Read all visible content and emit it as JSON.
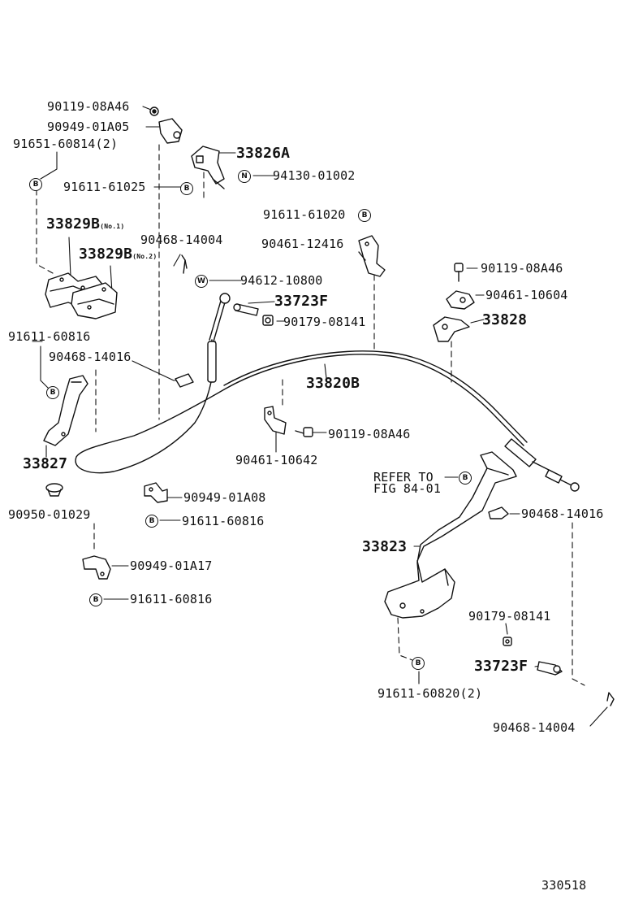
{
  "badges": {
    "bolt_badge_letter": "B",
    "nut_badge_letter": "N",
    "washer_badge_letter": "W"
  },
  "labels": {
    "p_90119_08A46_top": "90119-08A46",
    "p_90949_01A05": "90949-01A05",
    "p_91651_60814": "91651-60814(2)",
    "p_33826A": "33826A",
    "p_94130_01002": "94130-01002",
    "p_91611_61025": "91611-61025",
    "p_91611_61020": "91611-61020",
    "p_33829B_no1": "33829B",
    "p_33829B_no1_sub": "(No.1)",
    "p_90468_14004_top": "90468-14004",
    "p_90461_12416": "90461-12416",
    "p_33829B_no2": "33829B",
    "p_33829B_no2_sub": "(No.2)",
    "p_90119_08A46_right": "90119-08A46",
    "p_94612_10800": "94612-10800",
    "p_90461_10604": "90461-10604",
    "p_33723F_top": "33723F",
    "p_90179_08141_top": "90179-08141",
    "p_33828": "33828",
    "p_91611_60816_left": "91611-60816",
    "p_90468_14016_left": "90468-14016",
    "p_33820B": "33820B",
    "p_90119_08A46_mid": "90119-08A46",
    "p_33827": "33827",
    "p_90461_10642": "90461-10642",
    "refer_line1": "REFER TO",
    "refer_line2": "FIG 84-01",
    "p_90949_01A08": "90949-01A08",
    "p_90950_01029": "90950-01029",
    "p_91611_60816_mid": "91611-60816",
    "p_90468_14016_right": "90468-14016",
    "p_33823": "33823",
    "p_90949_01A17": "90949-01A17",
    "p_91611_60816_low": "91611-60816",
    "p_90179_08141_right": "90179-08141",
    "p_33723F_right": "33723F",
    "p_91611_60820": "91611-60820(2)",
    "p_90468_14004_bottom": "90468-14004",
    "diagram_number": "330518"
  }
}
